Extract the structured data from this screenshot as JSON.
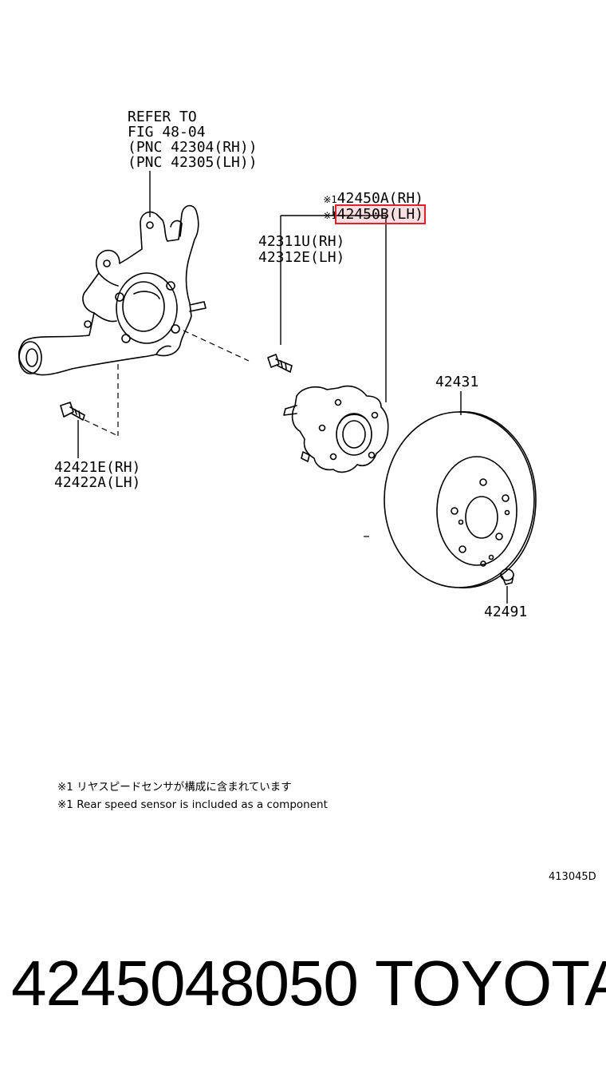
{
  "callouts": {
    "knuckle_ref": {
      "line1": "REFER TO",
      "line2": "FIG 48-04",
      "line3": "(PNC 42304(RH))",
      "line4": "(PNC 42305(LH))"
    },
    "hub_assembly": {
      "mark": "※1",
      "rh": "42450A(RH)",
      "lh": "42450B(LH)"
    },
    "hub_bolt": {
      "rh": "42311U(RH)",
      "lh": "42312E(LH)"
    },
    "knuckle_bolt": {
      "rh": "42421E(RH)",
      "lh": "42422A(LH)"
    },
    "disc": "42431",
    "disc_screw": "42491"
  },
  "notes": {
    "jp": "※1 リヤスピードセンサが構成に含まれています",
    "en": "※1 Rear speed sensor is included as a component"
  },
  "figure_code": "413045D",
  "footer": {
    "part_number": "4245048050",
    "brand": "TOYOTA"
  },
  "colors": {
    "highlight": "#e0202a",
    "ink": "#000000"
  }
}
